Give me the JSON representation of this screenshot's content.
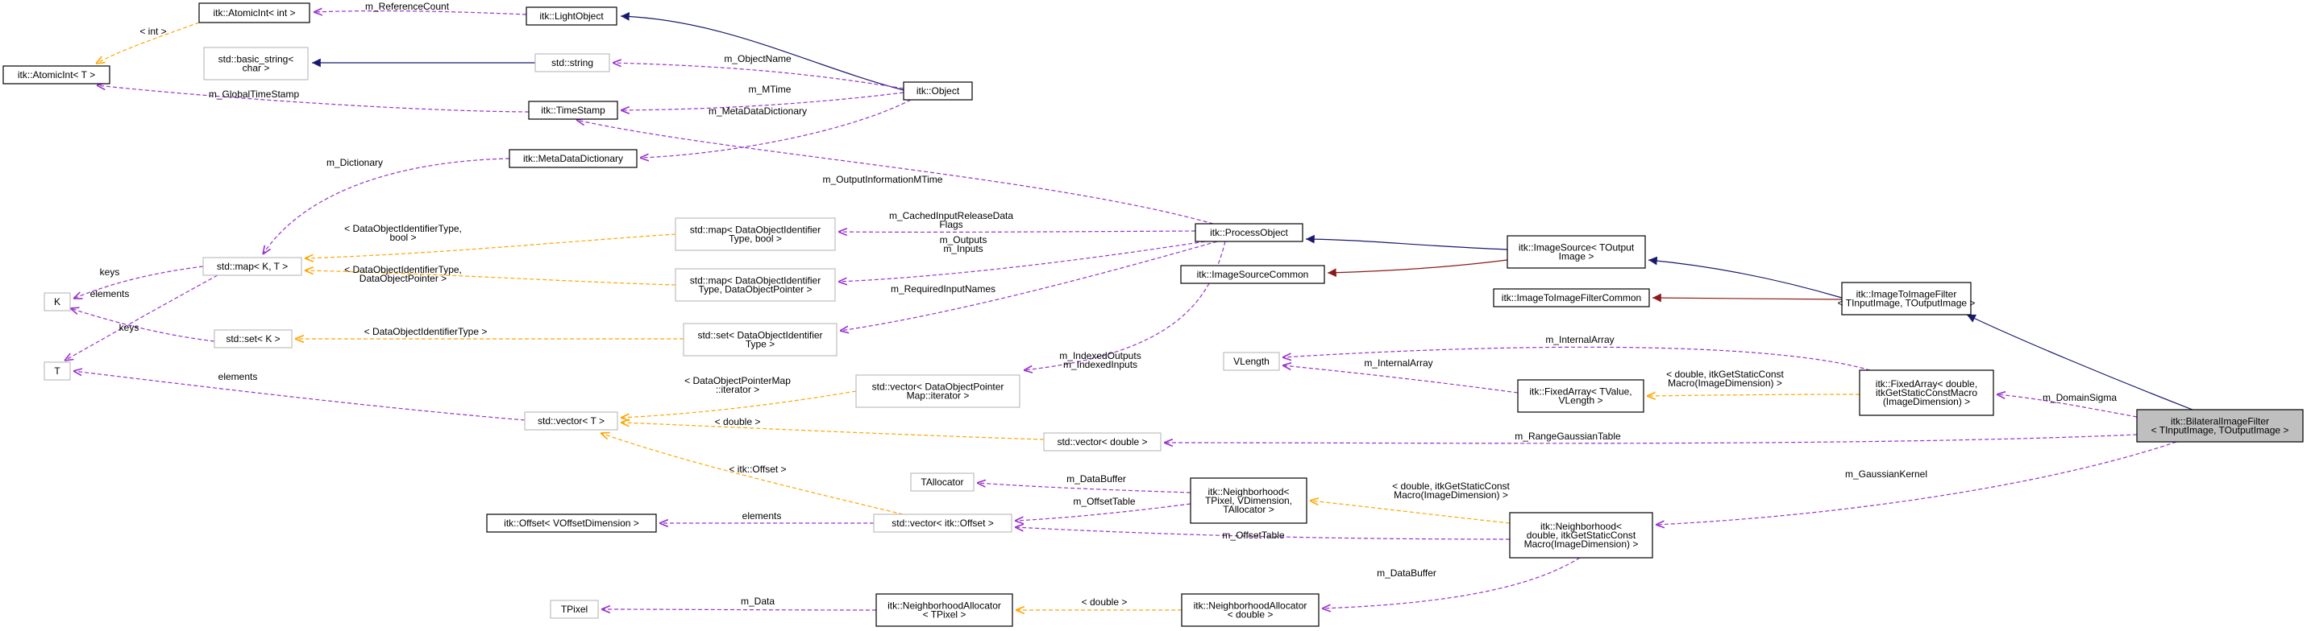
{
  "colors": {
    "inherit": "#191970",
    "protected_inherit": "#8b1a1a",
    "member": "#9a32cd",
    "template": "#ffa500",
    "node_border_dark": "#000000",
    "node_border_light": "#bfbfbf",
    "highlight_fill": "#bfbfbf"
  },
  "nodes": [
    {
      "id": "atomicint_int",
      "lines": [
        "itk::AtomicInt< int >"
      ],
      "style": "dark"
    },
    {
      "id": "lightobject",
      "lines": [
        "itk::LightObject"
      ],
      "style": "dark"
    },
    {
      "id": "atomicint_t",
      "lines": [
        "itk::AtomicInt< T >"
      ],
      "style": "dark"
    },
    {
      "id": "basic_string",
      "lines": [
        "std::basic_string<",
        "char >"
      ],
      "style": "light"
    },
    {
      "id": "std_string",
      "lines": [
        "std::string"
      ],
      "style": "light"
    },
    {
      "id": "object",
      "lines": [
        "itk::Object"
      ],
      "style": "dark"
    },
    {
      "id": "timestamp",
      "lines": [
        "itk::TimeStamp"
      ],
      "style": "dark"
    },
    {
      "id": "metadatadict",
      "lines": [
        "itk::MetaDataDictionary"
      ],
      "style": "dark"
    },
    {
      "id": "map_bool",
      "lines": [
        "std::map< DataObjectIdentifier",
        "Type, bool >"
      ],
      "style": "light"
    },
    {
      "id": "map_kt",
      "lines": [
        "std::map< K, T >"
      ],
      "style": "light"
    },
    {
      "id": "processobject",
      "lines": [
        "itk::ProcessObject"
      ],
      "style": "dark"
    },
    {
      "id": "imagesource",
      "lines": [
        "itk::ImageSource< TOutput",
        "Image >"
      ],
      "style": "dark"
    },
    {
      "id": "imagesourcecommon",
      "lines": [
        "itk::ImageSourceCommon"
      ],
      "style": "dark"
    },
    {
      "id": "map_ptr",
      "lines": [
        "std::map< DataObjectIdentifier",
        "Type, DataObjectPointer >"
      ],
      "style": "light"
    },
    {
      "id": "k",
      "lines": [
        "K"
      ],
      "style": "light"
    },
    {
      "id": "set_k",
      "lines": [
        "std::set< K >"
      ],
      "style": "light"
    },
    {
      "id": "set_doit",
      "lines": [
        "std::set< DataObjectIdentifier",
        "Type >"
      ],
      "style": "light"
    },
    {
      "id": "imagetoimagecommon",
      "lines": [
        "itk::ImageToImageFilterCommon"
      ],
      "style": "dark"
    },
    {
      "id": "imagetoimage",
      "lines": [
        "itk::ImageToImageFilter",
        "< TInputImage, TOutputImage >"
      ],
      "style": "dark"
    },
    {
      "id": "t",
      "lines": [
        "T"
      ],
      "style": "light"
    },
    {
      "id": "vlength",
      "lines": [
        "VLength"
      ],
      "style": "light"
    },
    {
      "id": "vec_dop",
      "lines": [
        "std::vector< DataObjectPointer",
        "Map::iterator >"
      ],
      "style": "light"
    },
    {
      "id": "fixedarray_tv",
      "lines": [
        "itk::FixedArray< TValue,",
        "VLength >"
      ],
      "style": "dark"
    },
    {
      "id": "fixedarray_d",
      "lines": [
        "itk::FixedArray< double,",
        "itkGetStaticConstMacro",
        "(ImageDimension) >"
      ],
      "style": "dark"
    },
    {
      "id": "vector_t",
      "lines": [
        "std::vector< T >"
      ],
      "style": "light"
    },
    {
      "id": "vector_double",
      "lines": [
        "std::vector< double >"
      ],
      "style": "light"
    },
    {
      "id": "bilateral",
      "lines": [
        "itk::BilateralImageFilter",
        "< TInputImage, TOutputImage >"
      ],
      "style": "highlight"
    },
    {
      "id": "tallocator",
      "lines": [
        "TAllocator"
      ],
      "style": "light"
    },
    {
      "id": "neigh_tp",
      "lines": [
        "itk::Neighborhood<",
        "TPixel, VDimension,",
        "TAllocator >"
      ],
      "style": "dark"
    },
    {
      "id": "offset",
      "lines": [
        "itk::Offset< VOffsetDimension >"
      ],
      "style": "dark"
    },
    {
      "id": "vec_offset",
      "lines": [
        "std::vector< itk::Offset >"
      ],
      "style": "light"
    },
    {
      "id": "neigh_d",
      "lines": [
        "itk::Neighborhood<",
        "double, itkGetStaticConst",
        "Macro(ImageDimension) >"
      ],
      "style": "dark"
    },
    {
      "id": "tpixel",
      "lines": [
        "TPixel"
      ],
      "style": "light"
    },
    {
      "id": "na_tpixel",
      "lines": [
        "itk::NeighborhoodAllocator",
        "< TPixel >"
      ],
      "style": "dark"
    },
    {
      "id": "na_double",
      "lines": [
        "itk::NeighborhoodAllocator",
        "< double >"
      ],
      "style": "dark"
    }
  ],
  "edges": [
    {
      "id": "e1",
      "lines": [
        "m_ReferenceCount"
      ],
      "kind": "member"
    },
    {
      "id": "e2",
      "lines": [
        "< int >"
      ],
      "kind": "template"
    },
    {
      "id": "e3",
      "lines": [
        "m_GlobalTimeStamp"
      ],
      "kind": "member"
    },
    {
      "id": "e4",
      "lines": [],
      "kind": "inherit"
    },
    {
      "id": "e5",
      "lines": [],
      "kind": "inherit"
    },
    {
      "id": "e6",
      "lines": [
        "m_ObjectName"
      ],
      "kind": "member"
    },
    {
      "id": "e7",
      "lines": [
        "m_MTime"
      ],
      "kind": "member"
    },
    {
      "id": "e8",
      "lines": [
        "m_MetaDataDictionary"
      ],
      "kind": "member"
    },
    {
      "id": "e9",
      "lines": [
        "m_Dictionary"
      ],
      "kind": "member"
    },
    {
      "id": "e10",
      "lines": [
        "m_OutputInformationMTime"
      ],
      "kind": "member"
    },
    {
      "id": "e11",
      "lines": [],
      "kind": "inherit"
    },
    {
      "id": "e12",
      "lines": [
        "m_CachedInputReleaseData",
        "Flags"
      ],
      "kind": "member"
    },
    {
      "id": "e13",
      "lines": [
        "m_Outputs",
        "m_Inputs"
      ],
      "kind": "member"
    },
    {
      "id": "e14",
      "lines": [
        "m_RequiredInputNames"
      ],
      "kind": "member"
    },
    {
      "id": "e15",
      "lines": [
        "m_IndexedOutputs",
        "m_IndexedInputs"
      ],
      "kind": "member"
    },
    {
      "id": "e16",
      "lines": [],
      "kind": "inherit"
    },
    {
      "id": "e17",
      "lines": [],
      "kind": "protected"
    },
    {
      "id": "e18",
      "lines": [],
      "kind": "inherit"
    },
    {
      "id": "e19",
      "lines": [],
      "kind": "protected"
    },
    {
      "id": "e20",
      "lines": [],
      "kind": "inherit"
    },
    {
      "id": "e21",
      "lines": [
        "< DataObjectIdentifierType,",
        "bool >"
      ],
      "kind": "template"
    },
    {
      "id": "e22",
      "lines": [
        "< DataObjectIdentifierType,",
        "DataObjectPointer >"
      ],
      "kind": "template"
    },
    {
      "id": "e23",
      "lines": [
        "keys"
      ],
      "kind": "member"
    },
    {
      "id": "e24",
      "lines": [
        "elements"
      ],
      "kind": "member"
    },
    {
      "id": "e25",
      "lines": [
        "keys"
      ],
      "kind": "member"
    },
    {
      "id": "e26",
      "lines": [
        "< DataObjectIdentifierType >"
      ],
      "kind": "template"
    },
    {
      "id": "e27",
      "lines": [
        "elements"
      ],
      "kind": "member"
    },
    {
      "id": "e28",
      "lines": [
        "m_InternalArray"
      ],
      "kind": "member"
    },
    {
      "id": "e29",
      "lines": [
        "m_InternalArray"
      ],
      "kind": "member"
    },
    {
      "id": "e30",
      "lines": [
        "< double, itkGetStaticConst",
        "Macro(ImageDimension) >"
      ],
      "kind": "template"
    },
    {
      "id": "e31",
      "lines": [
        "m_DomainSigma"
      ],
      "kind": "member"
    },
    {
      "id": "e32",
      "lines": [
        "< DataObjectPointerMap",
        "::iterator >"
      ],
      "kind": "template"
    },
    {
      "id": "e33",
      "lines": [
        "< double >"
      ],
      "kind": "template"
    },
    {
      "id": "e34",
      "lines": [
        "m_RangeGaussianTable"
      ],
      "kind": "member"
    },
    {
      "id": "e35",
      "lines": [
        "< itk::Offset >"
      ],
      "kind": "template"
    },
    {
      "id": "e36",
      "lines": [
        "m_DataBuffer"
      ],
      "kind": "member"
    },
    {
      "id": "e37",
      "lines": [
        "m_OffsetTable"
      ],
      "kind": "member"
    },
    {
      "id": "e38",
      "lines": [
        "elements"
      ],
      "kind": "member"
    },
    {
      "id": "e39",
      "lines": [
        "< double, itkGetStaticConst",
        "Macro(ImageDimension) >"
      ],
      "kind": "template"
    },
    {
      "id": "e40",
      "lines": [
        "m_OffsetTable"
      ],
      "kind": "member"
    },
    {
      "id": "e41",
      "lines": [
        "m_GaussianKernel"
      ],
      "kind": "member"
    },
    {
      "id": "e42",
      "lines": [
        "m_DataBuffer"
      ],
      "kind": "member"
    },
    {
      "id": "e43",
      "lines": [
        "< double >"
      ],
      "kind": "template"
    },
    {
      "id": "e44",
      "lines": [
        "m_Data"
      ],
      "kind": "member"
    }
  ]
}
